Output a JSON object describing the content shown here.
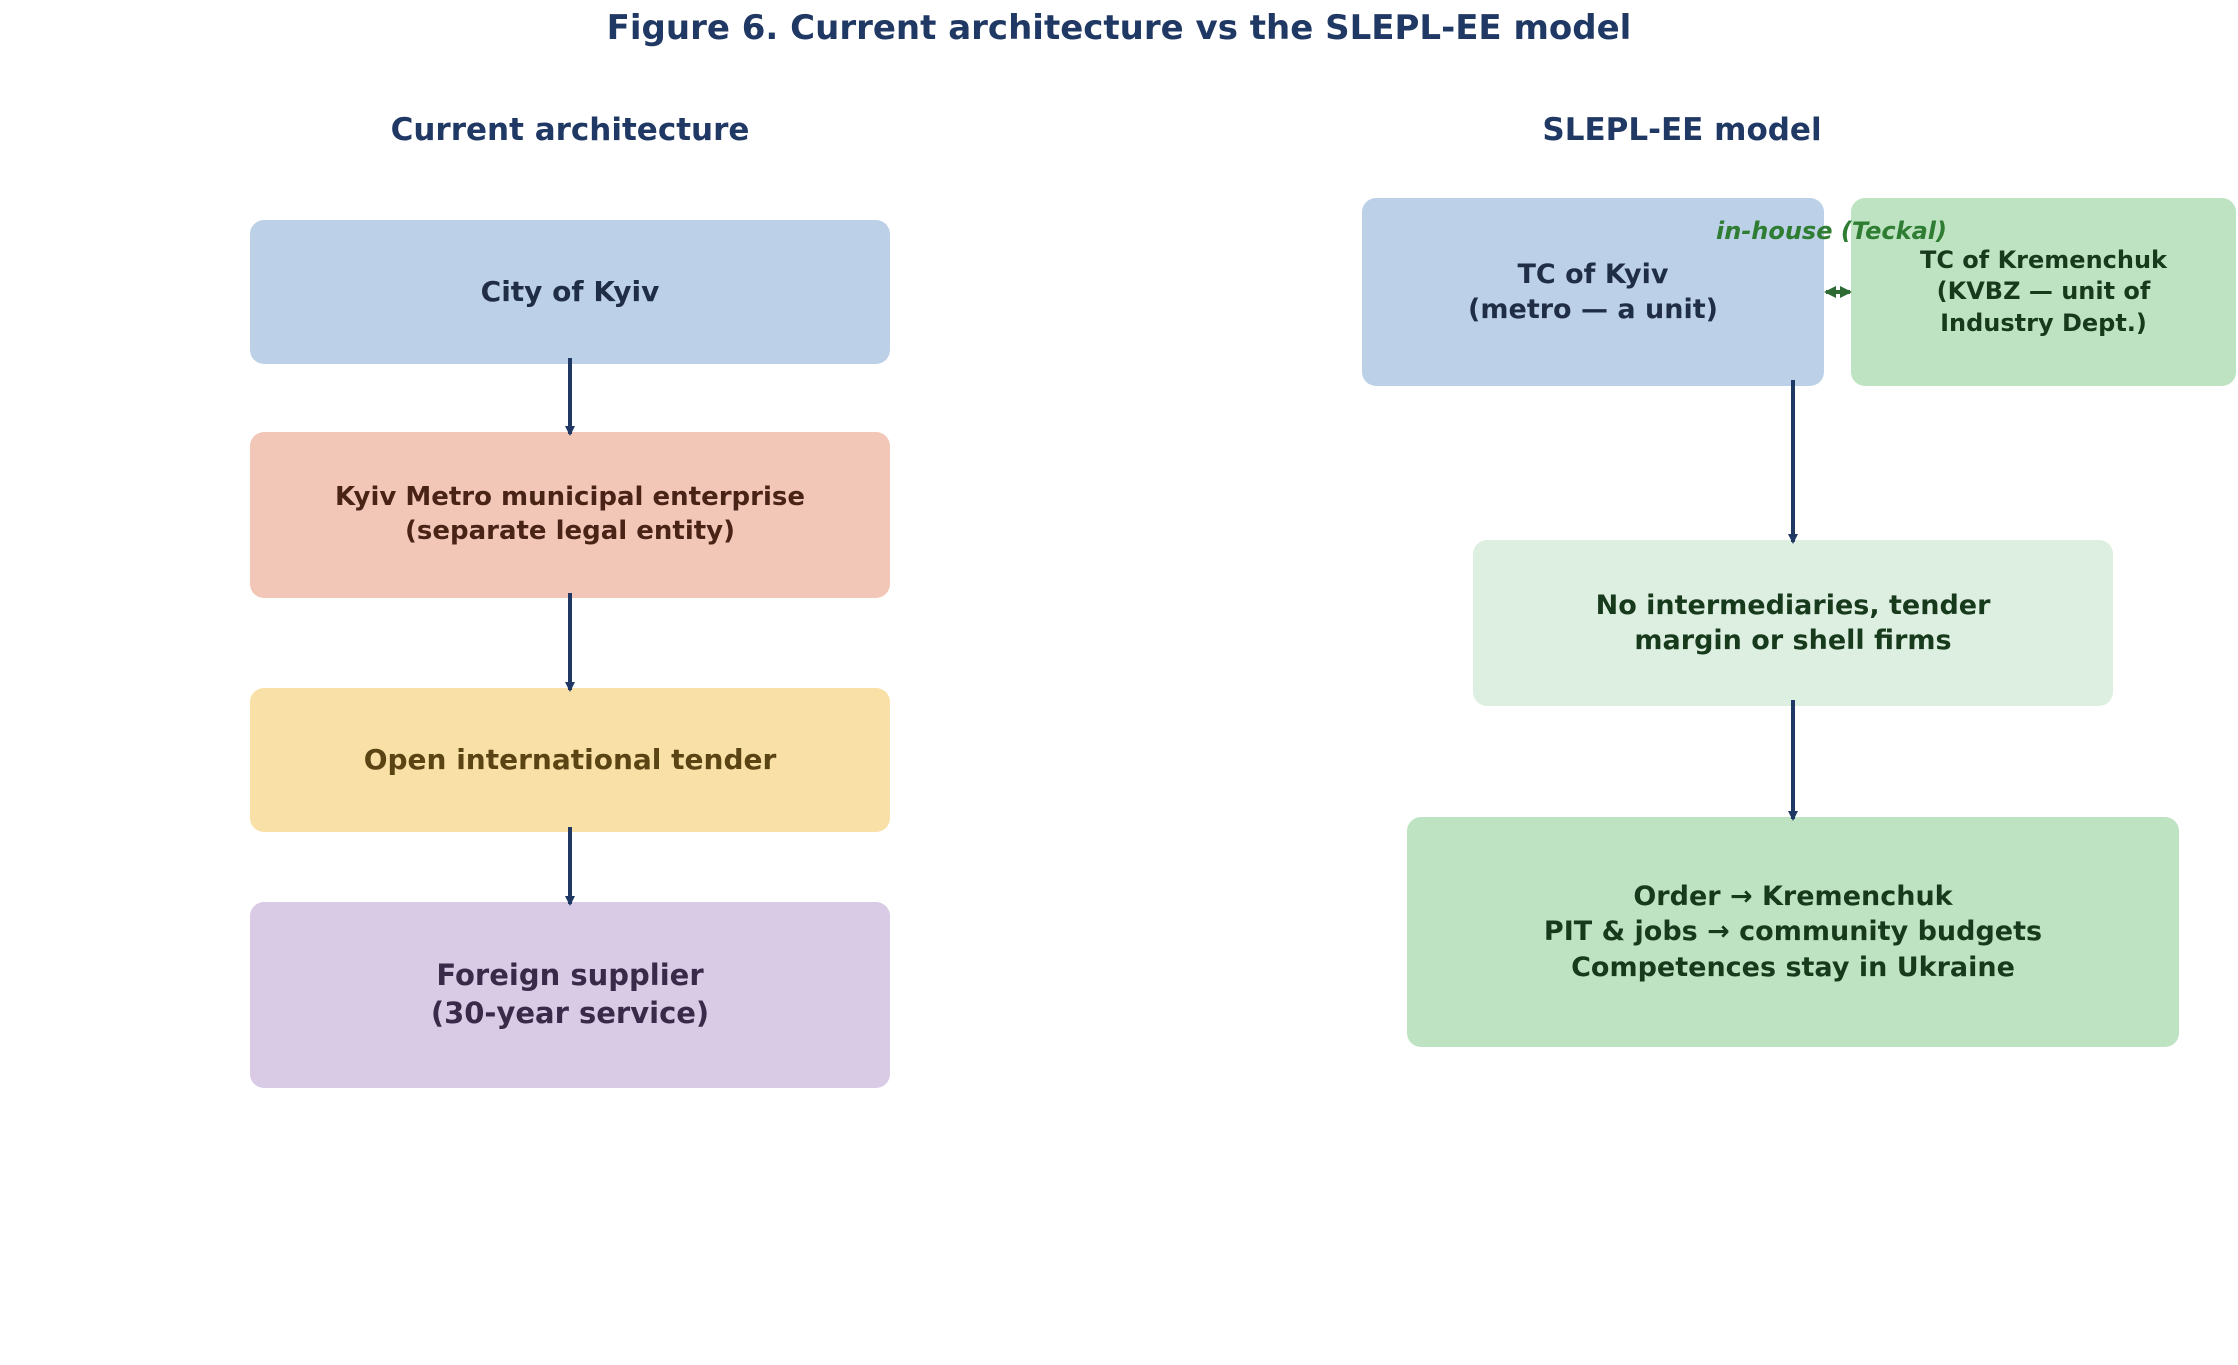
{
  "title": "Figure 6. Current architecture vs the SLEPL-EE model",
  "left": {
    "heading": "Current architecture",
    "boxes": [
      {
        "text": "City of Kyiv",
        "fill": "#bcd1e8",
        "color": "#1f2d45"
      },
      {
        "text": "Kyiv Metro municipal enterprise\n(separate legal entity)",
        "fill": "#f2c7b8",
        "color": "#4a2317"
      },
      {
        "text": "Open international tender",
        "fill": "#f9e0a6",
        "color": "#5a4414"
      },
      {
        "text": "Foreign supplier\n(30-year service)",
        "fill": "#d9cae5",
        "color": "#3a2a4a"
      }
    ]
  },
  "right": {
    "heading": "SLEPL-EE model",
    "boxes": [
      {
        "text": "TC of Kyiv\n(metro — a unit)",
        "fill": "#bcd1e8",
        "color": "#1f2d45"
      },
      {
        "text": "TC of Kremenchuk\n(KVBZ — unit of\nIndustry Dept.)",
        "fill": "#bee3c2",
        "color": "#173a1c"
      },
      {
        "text": "No intermediaries, tender\nmargin or shell firms",
        "fill": "#ddefe0",
        "color": "#173a1c"
      },
      {
        "text": "Order → Kremenchuk\nPIT & jobs → community budgets\nCompetences stay in Ukraine",
        "fill": "#bee3c2",
        "color": "#173a1c"
      }
    ],
    "link_label": "in-house (Teckal)"
  },
  "colors": {
    "arrow": "#1f3864",
    "link": "#2e6b34"
  }
}
